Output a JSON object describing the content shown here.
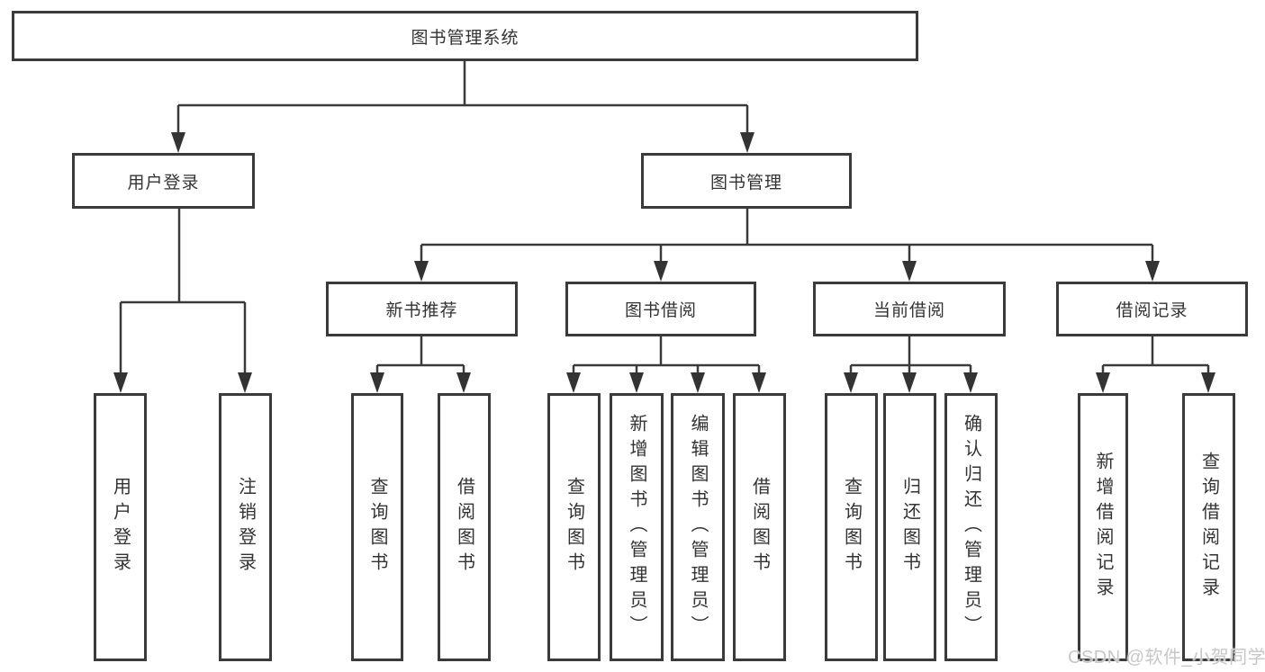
{
  "diagram": {
    "type": "hierarchy",
    "accent_color": "#3a3a3a",
    "background_color": "#ffffff",
    "root": {
      "label": "图书管理系统"
    },
    "level2": [
      {
        "id": "user-login",
        "label": "用户登录"
      },
      {
        "id": "book-management",
        "label": "图书管理"
      }
    ],
    "level3": [
      {
        "id": "new-book-recommend",
        "parent": "图书管理",
        "label": "新书推荐"
      },
      {
        "id": "book-borrow",
        "parent": "图书管理",
        "label": "图书借阅"
      },
      {
        "id": "current-borrow",
        "parent": "图书管理",
        "label": "当前借阅"
      },
      {
        "id": "borrow-record",
        "parent": "图书管理",
        "label": "借阅记录"
      }
    ],
    "leaves": [
      {
        "parent": "用户登录",
        "label": "用户登录"
      },
      {
        "parent": "用户登录",
        "label": "注销登录"
      },
      {
        "parent": "新书推荐",
        "label": "查询图书"
      },
      {
        "parent": "新书推荐",
        "label": "借阅图书"
      },
      {
        "parent": "图书借阅",
        "label": "查询图书"
      },
      {
        "parent": "图书借阅",
        "label": "新增图书（管理员）"
      },
      {
        "parent": "图书借阅",
        "label": "编辑图书（管理员）"
      },
      {
        "parent": "图书借阅",
        "label": "借阅图书"
      },
      {
        "parent": "当前借阅",
        "label": "查询图书"
      },
      {
        "parent": "当前借阅",
        "label": "归还图书"
      },
      {
        "parent": "当前借阅",
        "label": "确认归还（管理员）"
      },
      {
        "parent": "借阅记录",
        "label": "新增借阅记录"
      },
      {
        "parent": "借阅记录",
        "label": "查询借阅记录"
      }
    ]
  },
  "watermark": "CSDN @软件_小贺同学"
}
